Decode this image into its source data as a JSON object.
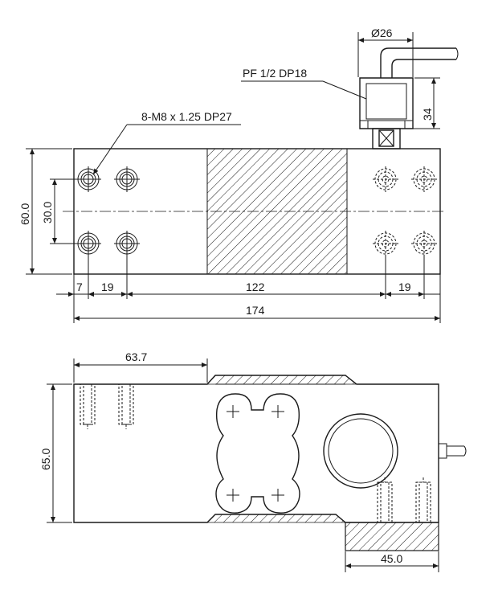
{
  "top_view": {
    "fitting_dim": "Ø26",
    "fitting_label": "PF 1/2  DP18",
    "fitting_height": "34",
    "thread_label": "8-M8 x 1.25 DP27",
    "height_total": "60.0",
    "hole_spacing_v": "30.0",
    "edge_offset": "7",
    "hole_spacing_left": "19",
    "center_span": "122",
    "hole_spacing_right": "19",
    "length_total": "174"
  },
  "side_view": {
    "offset_dim": "63.7",
    "height_dim": "65.0",
    "foot_dim": "45.0"
  },
  "colors": {
    "line": "#1a1a1a",
    "hatch": "#1a1a1a",
    "background": "#ffffff"
  }
}
